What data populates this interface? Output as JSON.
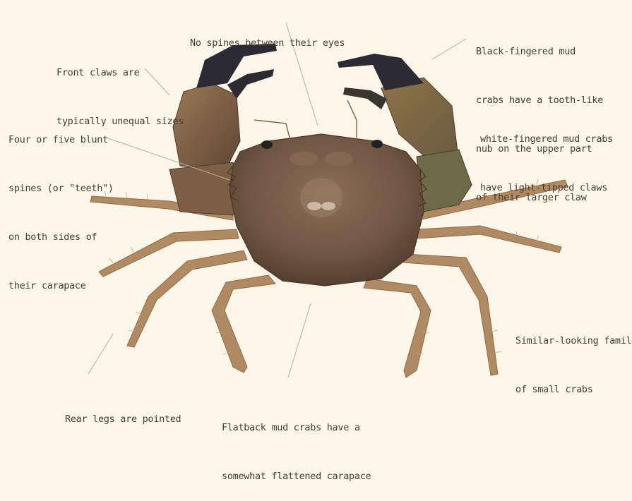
{
  "background_color": "#fcf6e8",
  "label_color": "#4a3b2f",
  "leader_line_color": "#b8b0a2",
  "crab_colors": {
    "carapace": "#6e5542",
    "claw_shell": "#8b6a4a",
    "claw_fingers": "#2c2a33",
    "legs": "#b08a62"
  },
  "annotations": {
    "eyes": {
      "lines": [
        "No spines between their eyes"
      ]
    },
    "front_claws": {
      "lines": [
        "Front claws are",
        "typically unequal sizes"
      ]
    },
    "black_fingered": {
      "lines": [
        "Black-fingered mud",
        "crabs have a tooth-like",
        "nub on the upper part",
        "of their larger claw"
      ]
    },
    "white_fingered": {
      "lines": [
        "white-fingered mud crabs",
        "have light-tipped claws"
      ]
    },
    "spines": {
      "lines": [
        "Four or five blunt",
        "spines (or \"teeth\")",
        "on both sides of",
        "their carapace"
      ]
    },
    "family": {
      "lines": [
        "Similar-looking family",
        "of small crabs"
      ]
    },
    "rear_legs": {
      "lines": [
        "Rear legs are pointed"
      ]
    },
    "flatback": {
      "lines": [
        "Flatback mud crabs have a",
        "somewhat flattened carapace"
      ]
    }
  }
}
